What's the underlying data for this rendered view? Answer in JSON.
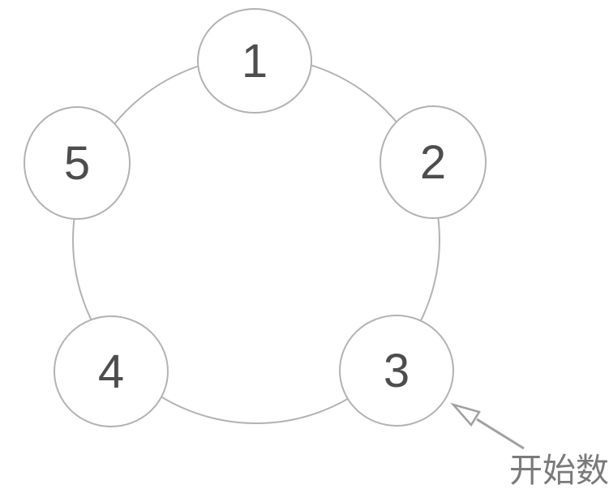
{
  "diagram": {
    "type": "circular-counting-ring",
    "nodes": [
      {
        "id": 1,
        "label": "1"
      },
      {
        "id": 2,
        "label": "2"
      },
      {
        "id": 3,
        "label": "3"
      },
      {
        "id": 4,
        "label": "4"
      },
      {
        "id": 5,
        "label": "5"
      }
    ],
    "annotation": {
      "text": "开始数",
      "points_to_node": "3"
    }
  },
  "colors": {
    "background": "#ffffff",
    "ring_stroke": "#b2b2b2",
    "node_stroke": "#b2b2b2",
    "node_fill": "#ffffff",
    "number_text": "#4d4d4d",
    "arrow": "#a0a0a0",
    "annotation_text": "#7a7a7a"
  }
}
